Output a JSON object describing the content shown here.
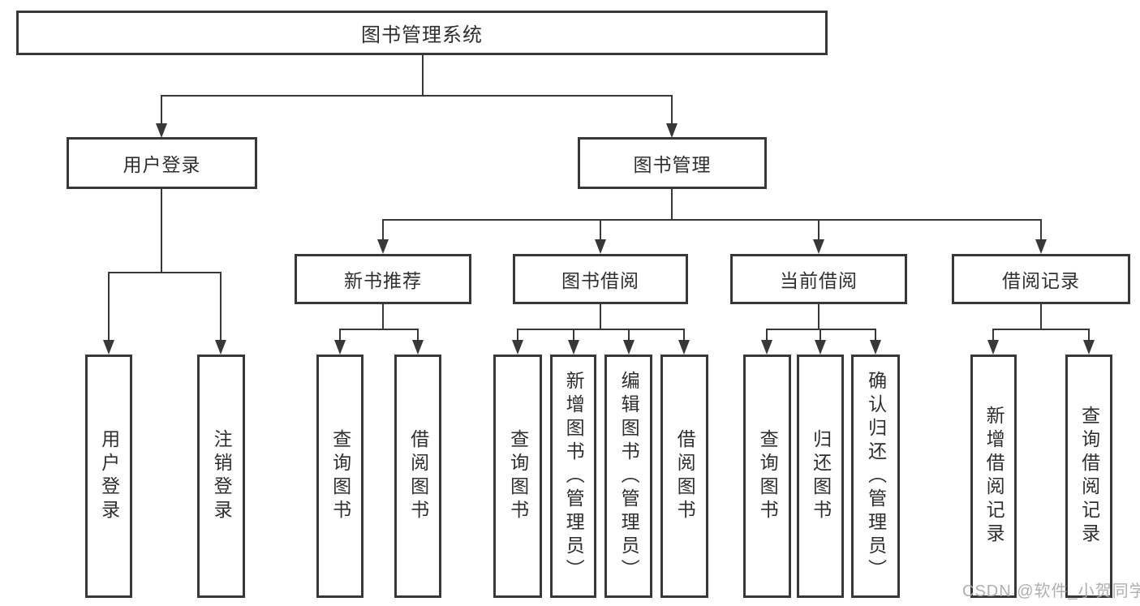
{
  "diagram": {
    "title": "图书管理系统",
    "nodes": {
      "login": "用户登录",
      "management": "图书管理",
      "login_children": [
        "用户登录",
        "注销登录"
      ],
      "recommend": "新书推荐",
      "recommend_children": [
        "查询图书",
        "借阅图书"
      ],
      "borrow": "图书借阅",
      "borrow_children": [
        "查询图书",
        "新增图书（管理员）",
        "编辑图书（管理员）",
        "借阅图书"
      ],
      "current": "当前借阅",
      "current_children": [
        "查询图书",
        "归还图书",
        "确认归还（管理员）"
      ],
      "records": "借阅记录",
      "records_children": [
        "新增借阅记录",
        "查询借阅记录"
      ]
    }
  },
  "watermark": "CSDN @软件_小贺同学",
  "colors": {
    "line": "#383838",
    "text": "#2f2f2f",
    "watermark": "#a8a8a8",
    "background": "#ffffff"
  }
}
